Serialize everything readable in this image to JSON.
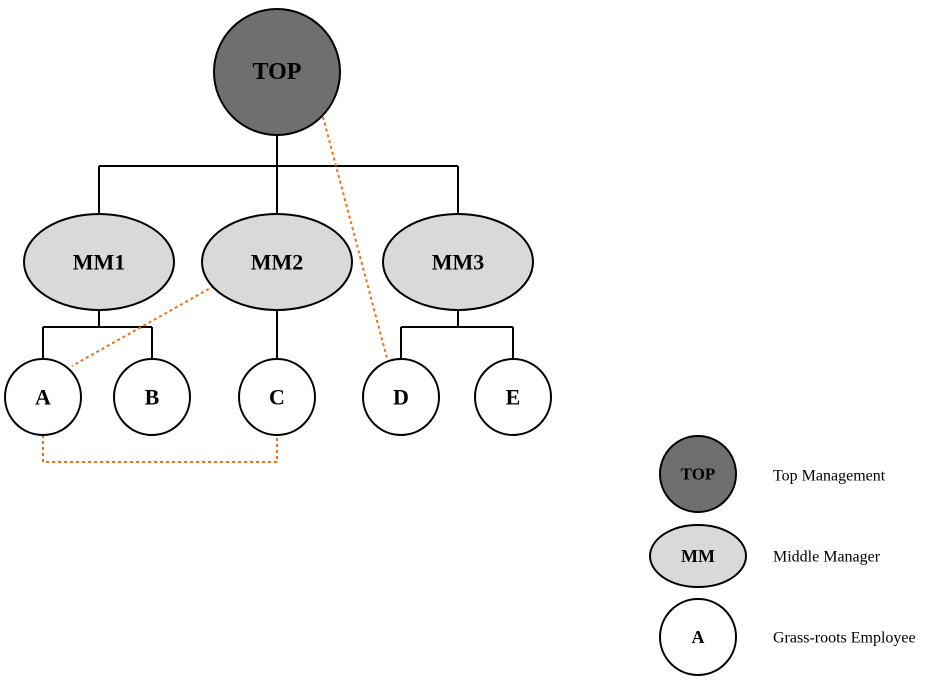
{
  "nodes": {
    "top": "TOP",
    "mm1": "MM1",
    "mm2": "MM2",
    "mm3": "MM3",
    "a": "A",
    "b": "B",
    "c": "C",
    "d": "D",
    "e": "E"
  },
  "legend": {
    "top": {
      "symbol": "TOP",
      "label": "Top Management"
    },
    "mm": {
      "symbol": "MM",
      "label": "Middle Manager"
    },
    "employee": {
      "symbol": "A",
      "label": "Grass-roots Employee"
    }
  },
  "colors": {
    "top_fill": "#6f6f6f",
    "mm_fill": "#d9d9d9",
    "employee_fill": "#ffffff",
    "dashed_link": "#e8731a"
  }
}
